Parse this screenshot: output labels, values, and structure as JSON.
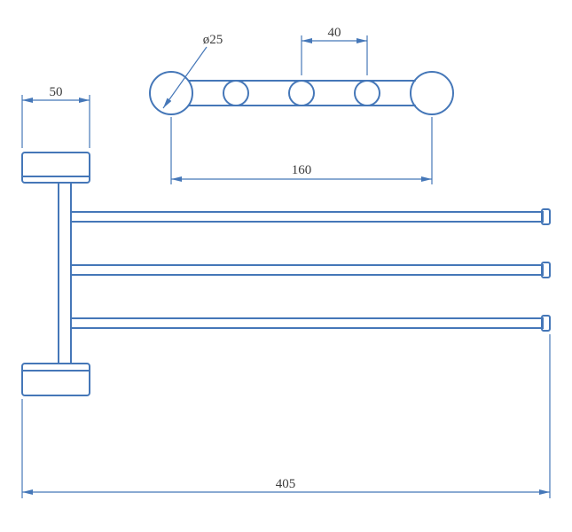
{
  "drawing": {
    "colors": {
      "line": "#4577b8",
      "dimension": "#4577b8",
      "text": "#3c3c3c",
      "background": "#ffffff"
    },
    "labels": {
      "hook_diameter": "ø25",
      "hook_spacing": "40",
      "hook_span": "160",
      "bracket_width": "50",
      "overall_length": "405"
    }
  }
}
